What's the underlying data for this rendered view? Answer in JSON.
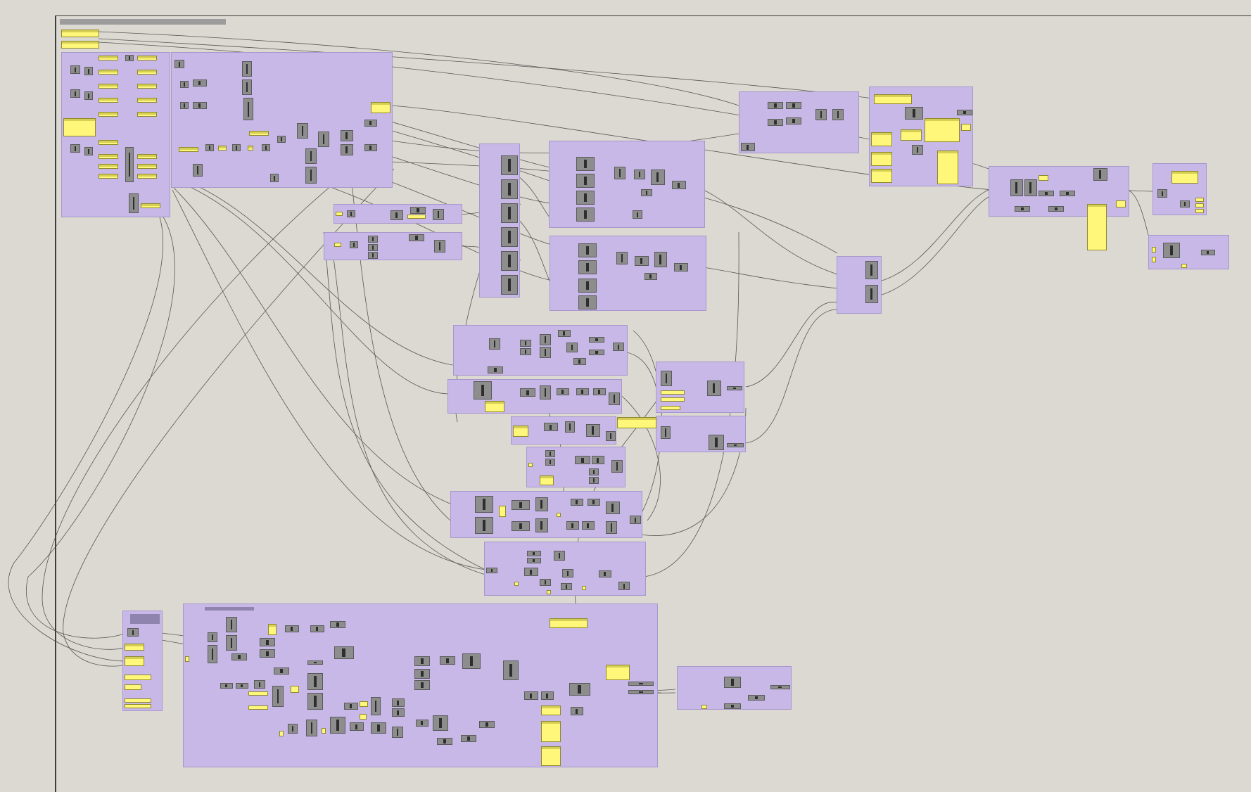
{
  "app": {
    "name": "",
    "document_title": ""
  },
  "canvas": {
    "background": "#dcd9d2",
    "group_fill": "#c7b8e8",
    "panel_fill": "#fff77a",
    "component_fill": "#8d8d8d",
    "wire_color": "#404040"
  },
  "groups": [
    {
      "name": "group-inputs"
    },
    {
      "name": "group-main-logic"
    },
    {
      "name": "group-upper-mid-a"
    },
    {
      "name": "group-upper-mid-b"
    },
    {
      "name": "group-merge-column"
    },
    {
      "name": "group-geometry-a"
    },
    {
      "name": "group-geometry-b"
    },
    {
      "name": "group-top-right-a"
    },
    {
      "name": "group-top-right-b"
    },
    {
      "name": "group-output-right"
    },
    {
      "name": "group-output-far-right"
    },
    {
      "name": "group-output-far-right-b"
    },
    {
      "name": "group-collector"
    },
    {
      "name": "group-center-1"
    },
    {
      "name": "group-center-2"
    },
    {
      "name": "group-center-3"
    },
    {
      "name": "group-center-4"
    },
    {
      "name": "group-center-5"
    },
    {
      "name": "group-center-6"
    },
    {
      "name": "group-right-side-a"
    },
    {
      "name": "group-right-side-b"
    },
    {
      "name": "group-bottom-inputs"
    },
    {
      "name": "group-bottom-main"
    },
    {
      "name": "group-bottom-output"
    }
  ]
}
